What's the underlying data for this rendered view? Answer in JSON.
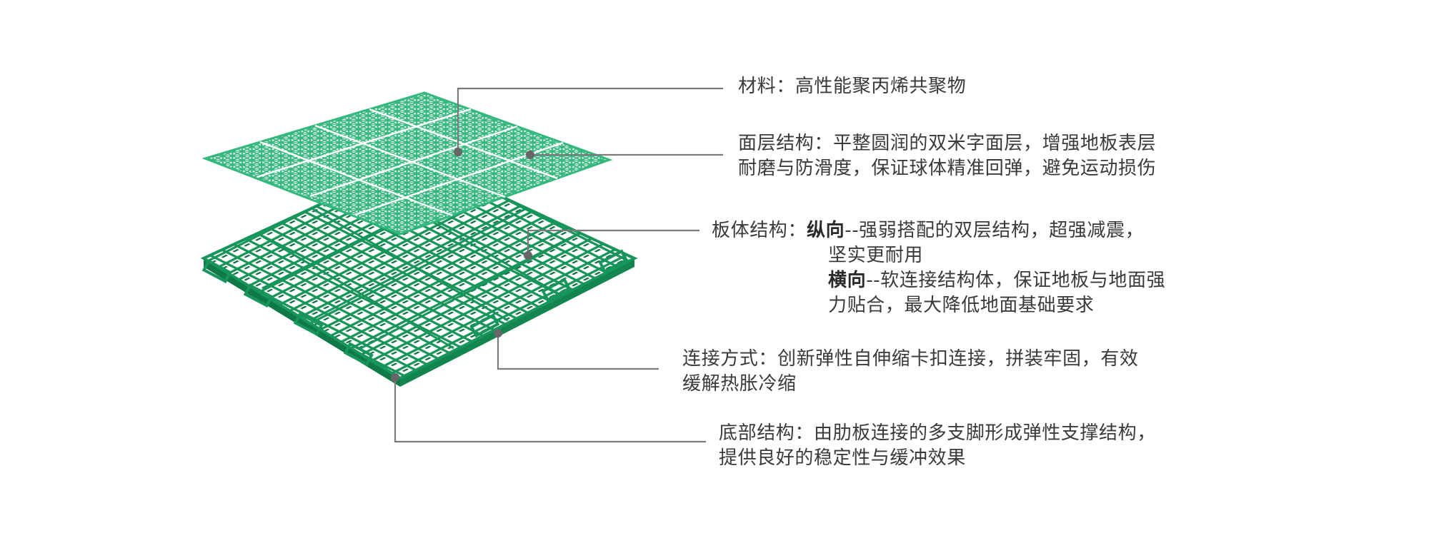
{
  "colors": {
    "top_layer": "#2fb67a",
    "top_layer_stroke": "#ffffff",
    "bottom_layer": "#17955a",
    "bottom_layer_dark": "#0f7a47",
    "leader_line": "#7a7a7a",
    "leader_dot": "#666666",
    "text": "#3a3a3a"
  },
  "callouts": [
    {
      "id": "material",
      "title": "材料：",
      "lines": [
        "高性能聚丙烯共聚物"
      ]
    },
    {
      "id": "surface",
      "title": "面层结构：",
      "lines": [
        "平整圆润的双米字面层，增强地板表层",
        "耐磨与防滑度，保证球体精准回弹，避免运动损伤"
      ]
    },
    {
      "id": "body",
      "title": "板体结构：",
      "vertical_label": "纵向",
      "vertical_text": "--强弱搭配的双层结构，超强减震，",
      "vertical_cont": "坚实更耐用",
      "horizontal_label": "横向",
      "horizontal_text": "--软连接结构体，保证地板与地面强",
      "horizontal_cont": "力贴合，最大降低地面基础要求"
    },
    {
      "id": "connection",
      "title": "连接方式：",
      "lines": [
        "创新弹性自伸缩卡扣连接，拼装牢固，有效",
        "缓解热胀冷缩"
      ]
    },
    {
      "id": "bottom",
      "title": "底部结构：",
      "lines": [
        "由肋板连接的多支脚形成弹性支撑结构，",
        "提供良好的稳定性与缓冲效果"
      ]
    }
  ]
}
